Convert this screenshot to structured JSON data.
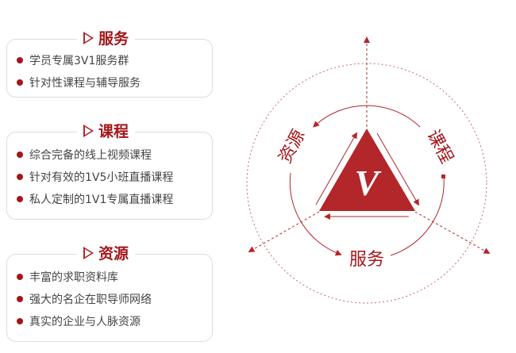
{
  "sections": [
    {
      "title": "服务",
      "items": [
        "学员专属3V1服务群",
        "针对性课程与辅导服务"
      ]
    },
    {
      "title": "课程",
      "items": [
        "综合完备的线上视频课程",
        "针对有效的1V5小班直播课程",
        "私人定制的1V1专属直播课程"
      ]
    },
    {
      "title": "资源",
      "items": [
        "丰富的求职资料库",
        "强大的名企在职导师网络",
        "真实的企业与人脉资源"
      ]
    }
  ],
  "diagram": {
    "center": "V",
    "labels": {
      "resources": "资源",
      "courses": "课程",
      "services": "服务"
    }
  },
  "colors": {
    "accent": "#b3262a"
  }
}
